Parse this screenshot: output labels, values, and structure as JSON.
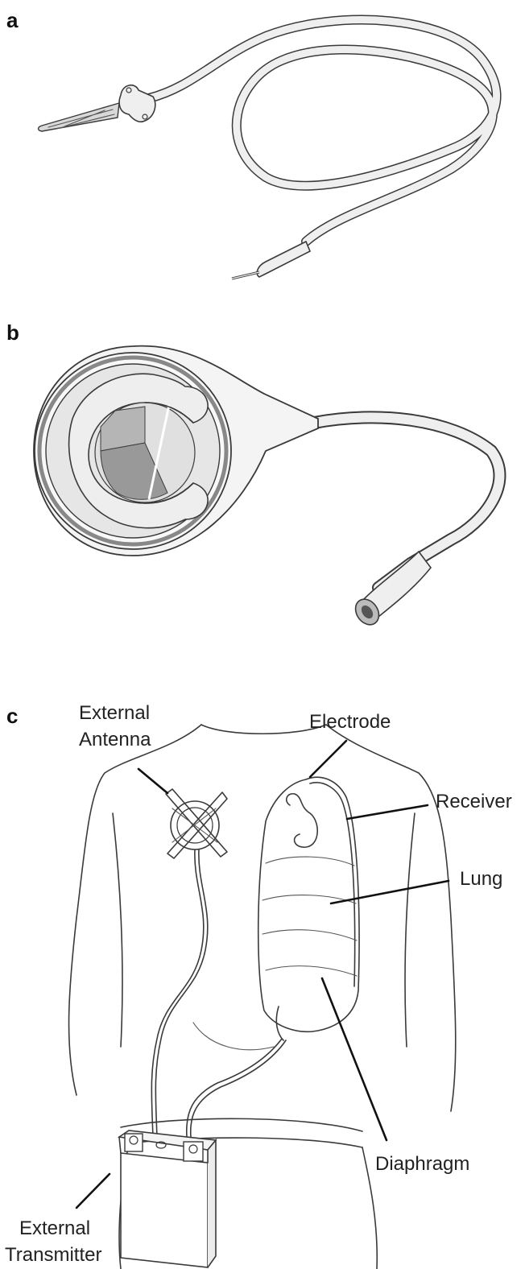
{
  "panels": {
    "a": {
      "letter": "a"
    },
    "b": {
      "letter": "b"
    },
    "c": {
      "letter": "c",
      "labels": {
        "external_antenna_line1": "External",
        "external_antenna_line2": "Antenna",
        "electrode": "Electrode",
        "receiver": "Receiver",
        "lung": "Lung",
        "diaphragm": "Diaphragm",
        "external_transmitter_line1": "External",
        "external_transmitter_line2": "Transmitter"
      }
    }
  },
  "colors": {
    "ink": "#3a3a3a",
    "tube_fill": "#efefef",
    "shade": "#cfcfcf",
    "dark_shade": "#9a9a9a",
    "leader": "#111111"
  }
}
